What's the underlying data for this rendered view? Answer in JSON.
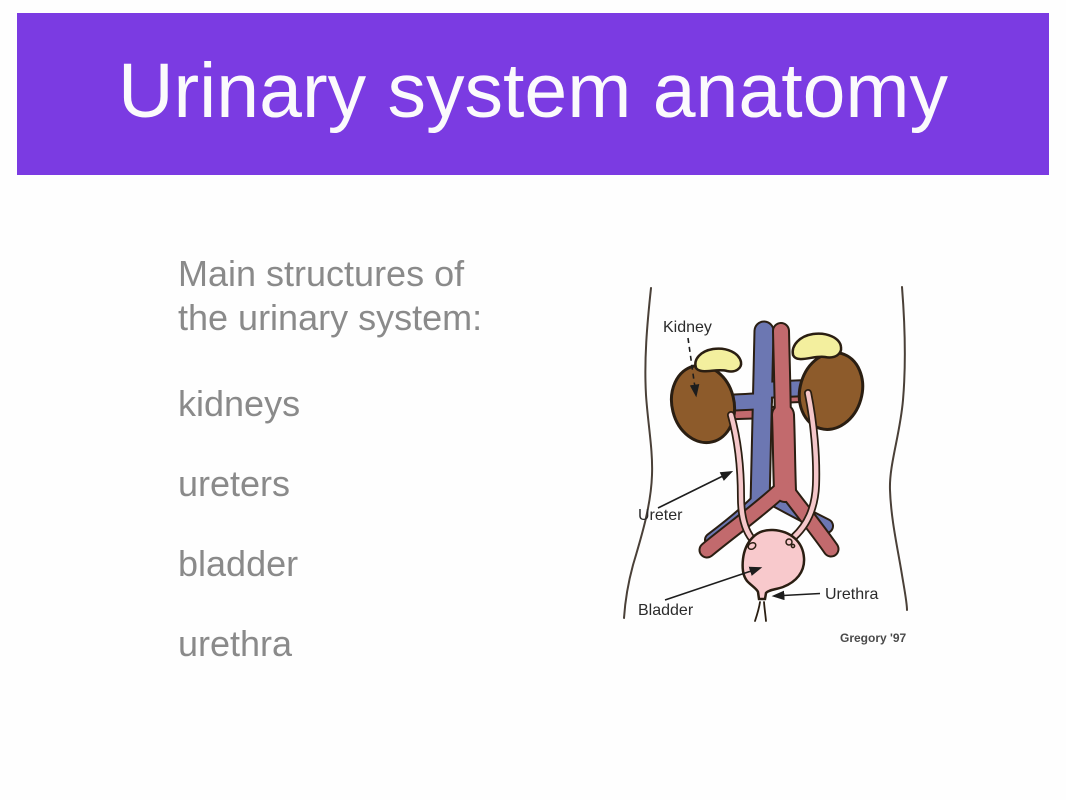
{
  "slide": {
    "title": "Urinary system anatomy",
    "bullets": [
      {
        "text": "Main structures of the urinary system:"
      },
      {
        "text": "kidneys"
      },
      {
        "text": "ureters"
      },
      {
        "text": "bladder"
      },
      {
        "text": "urethra"
      }
    ]
  },
  "diagram": {
    "labels": {
      "kidney": "Kidney",
      "ureter": "Ureter",
      "bladder": "Bladder",
      "urethra": "Urethra",
      "attribution": "Gregory '97"
    }
  },
  "colors": {
    "banner": "#7b3be2",
    "title_text": "#fbfafc",
    "bullet_dot": "#7b3fd6",
    "body_text": "#8a8a8a",
    "kidney_brown": "#8d5b2b",
    "adrenal_yellow": "#f3ef9e",
    "vein_blue": "#6c77b2",
    "artery_red": "#c26a6d",
    "ureter_pink": "#f5c7ca",
    "bladder_pink": "#f8c9cc",
    "outline_dark": "#2a1e12",
    "label_text": "#2b2b2b",
    "torso_line": "#4a4038",
    "attribution_text": "#4a4a4a",
    "slide_bg": "#fefefe"
  }
}
